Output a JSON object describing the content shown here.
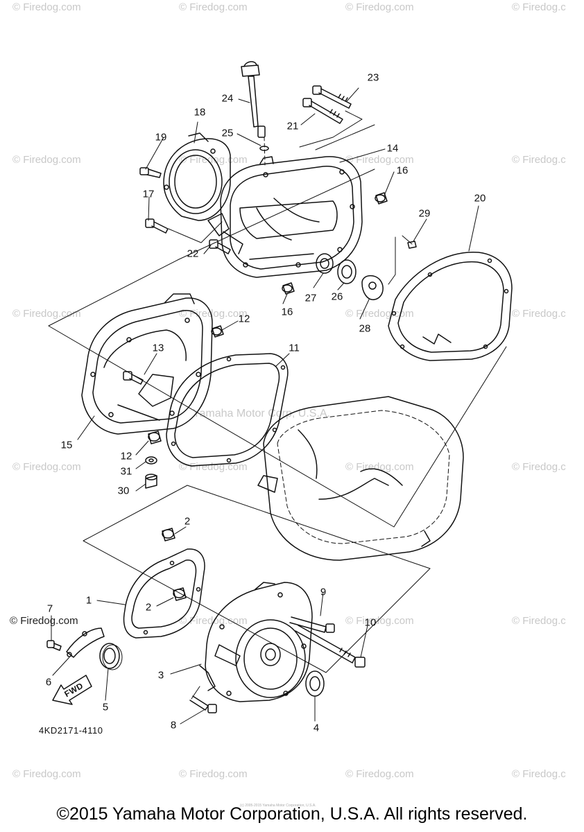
{
  "watermark": "© Firedog.com",
  "watermark_partial": "© Firedog.c",
  "center_watermark": "Yamaha Motor Corp, U.S.A.",
  "diagram_code": "4KD2171-4110",
  "fwd_label": "FWD",
  "tiny_text": "(c) 2005-2015 Yamaha Motor Corporation, U.S.A.",
  "copyright": "©2015 Yamaha Motor Corporation, U.S.A. All rights reserved.",
  "callouts": [
    {
      "id": "1",
      "text": "1"
    },
    {
      "id": "2a",
      "text": "2"
    },
    {
      "id": "2b",
      "text": "2"
    },
    {
      "id": "3",
      "text": "3"
    },
    {
      "id": "4",
      "text": "4"
    },
    {
      "id": "5",
      "text": "5"
    },
    {
      "id": "6",
      "text": "6"
    },
    {
      "id": "7",
      "text": "7"
    },
    {
      "id": "8",
      "text": "8"
    },
    {
      "id": "9",
      "text": "9"
    },
    {
      "id": "10",
      "text": "10"
    },
    {
      "id": "11",
      "text": "11"
    },
    {
      "id": "12a",
      "text": "12"
    },
    {
      "id": "12b",
      "text": "12"
    },
    {
      "id": "13",
      "text": "13"
    },
    {
      "id": "14",
      "text": "14"
    },
    {
      "id": "15",
      "text": "15"
    },
    {
      "id": "16a",
      "text": "16"
    },
    {
      "id": "16b",
      "text": "16"
    },
    {
      "id": "17",
      "text": "17"
    },
    {
      "id": "18",
      "text": "18"
    },
    {
      "id": "19",
      "text": "19"
    },
    {
      "id": "20",
      "text": "20"
    },
    {
      "id": "21",
      "text": "21"
    },
    {
      "id": "22",
      "text": "22"
    },
    {
      "id": "23",
      "text": "23"
    },
    {
      "id": "24",
      "text": "24"
    },
    {
      "id": "25",
      "text": "25"
    },
    {
      "id": "26",
      "text": "26"
    },
    {
      "id": "27",
      "text": "27"
    },
    {
      "id": "28",
      "text": "28"
    },
    {
      "id": "29",
      "text": "29"
    },
    {
      "id": "30",
      "text": "30"
    },
    {
      "id": "31",
      "text": "31"
    }
  ]
}
